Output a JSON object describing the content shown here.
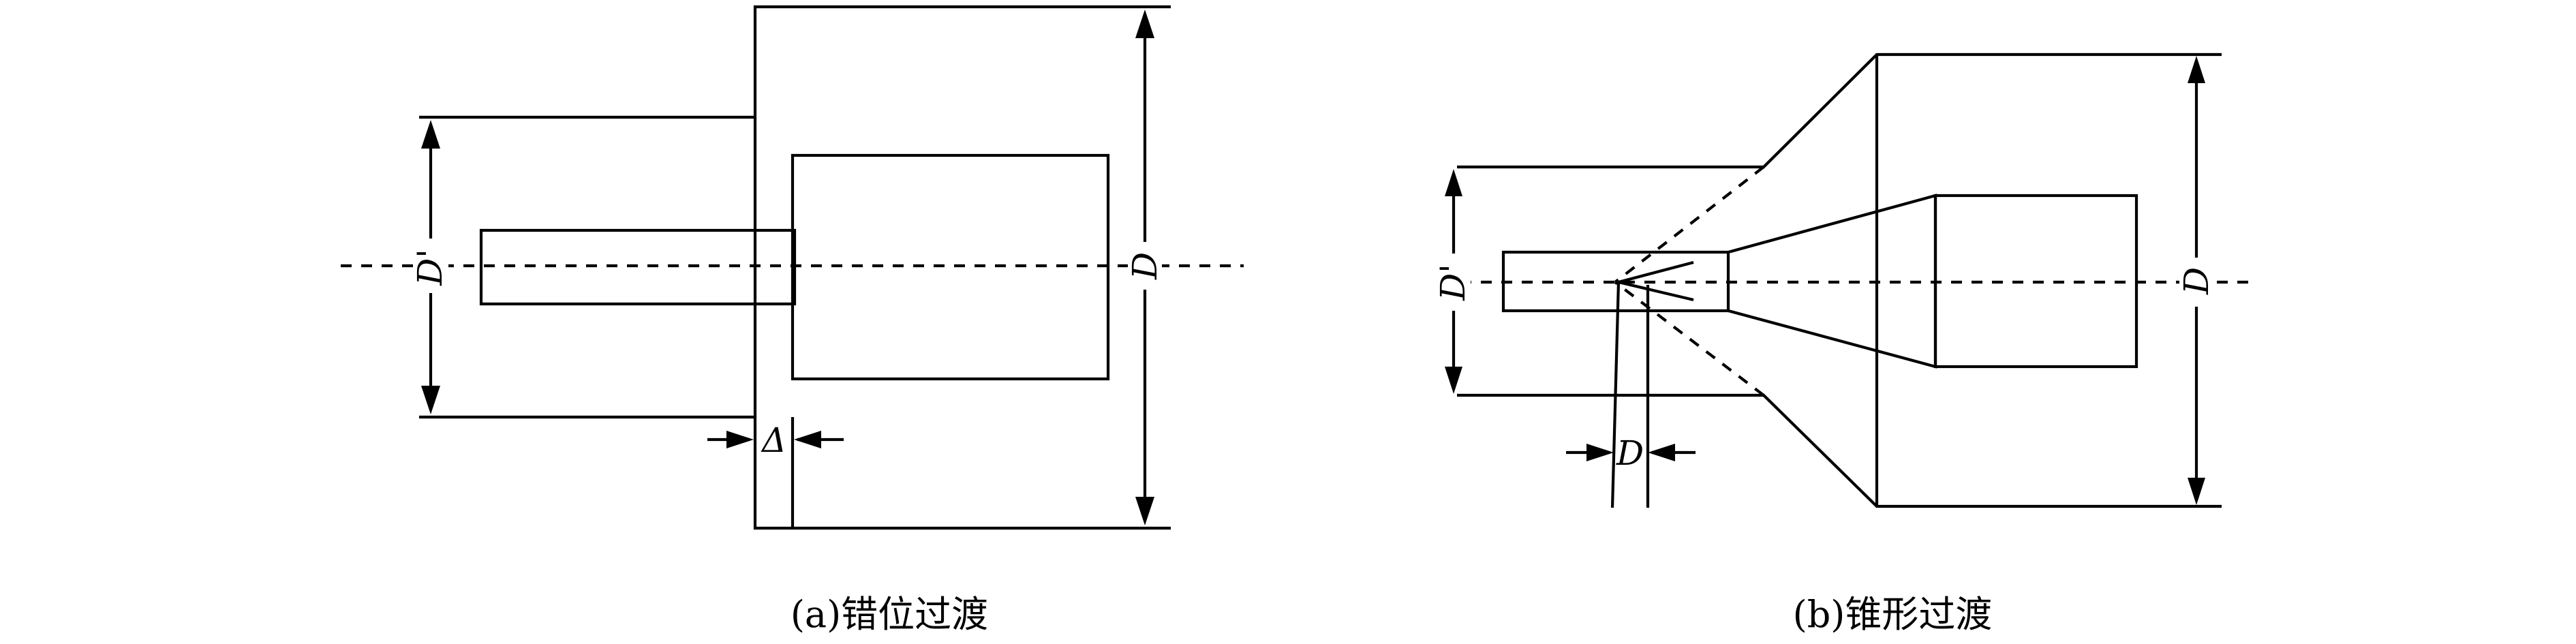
{
  "panel_a": {
    "caption": "(a)错位过渡",
    "dim_small": "D'",
    "dim_large": "D",
    "offset": "Δ"
  },
  "panel_b": {
    "caption": "(b)锥形过渡",
    "dim_small": "D'",
    "dim_large": "D",
    "dim_bottom": "D"
  }
}
